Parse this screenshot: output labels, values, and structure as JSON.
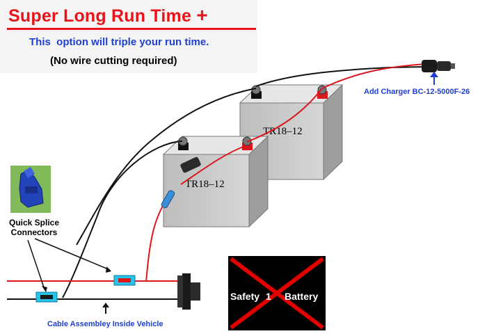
{
  "header": {
    "title": "Super Long Run Time",
    "plus_symbol": "+",
    "subtitle": "This  option will triple your run time.",
    "note": "(No wire cutting required)"
  },
  "batteries": [
    {
      "label": "TR18–12"
    },
    {
      "label": "TR18–12"
    }
  ],
  "charger": {
    "label": "Add Charger BC-12-5000F-26"
  },
  "splice": {
    "label": "Quick Splice Connectors"
  },
  "cable": {
    "label": "Cable Assembley Inside Vehicle"
  },
  "safety_battery": {
    "label_left": "Safety",
    "label_mid": "1",
    "label_right": "Battery",
    "crossed_out": true
  },
  "colors": {
    "title_red": "#e8141b",
    "label_blue": "#1e3fd4",
    "wire_red": "#d9171c",
    "wire_black": "#111111",
    "battery_grey": "#c9c9c9",
    "splice_cyan": "#27c3e9"
  }
}
